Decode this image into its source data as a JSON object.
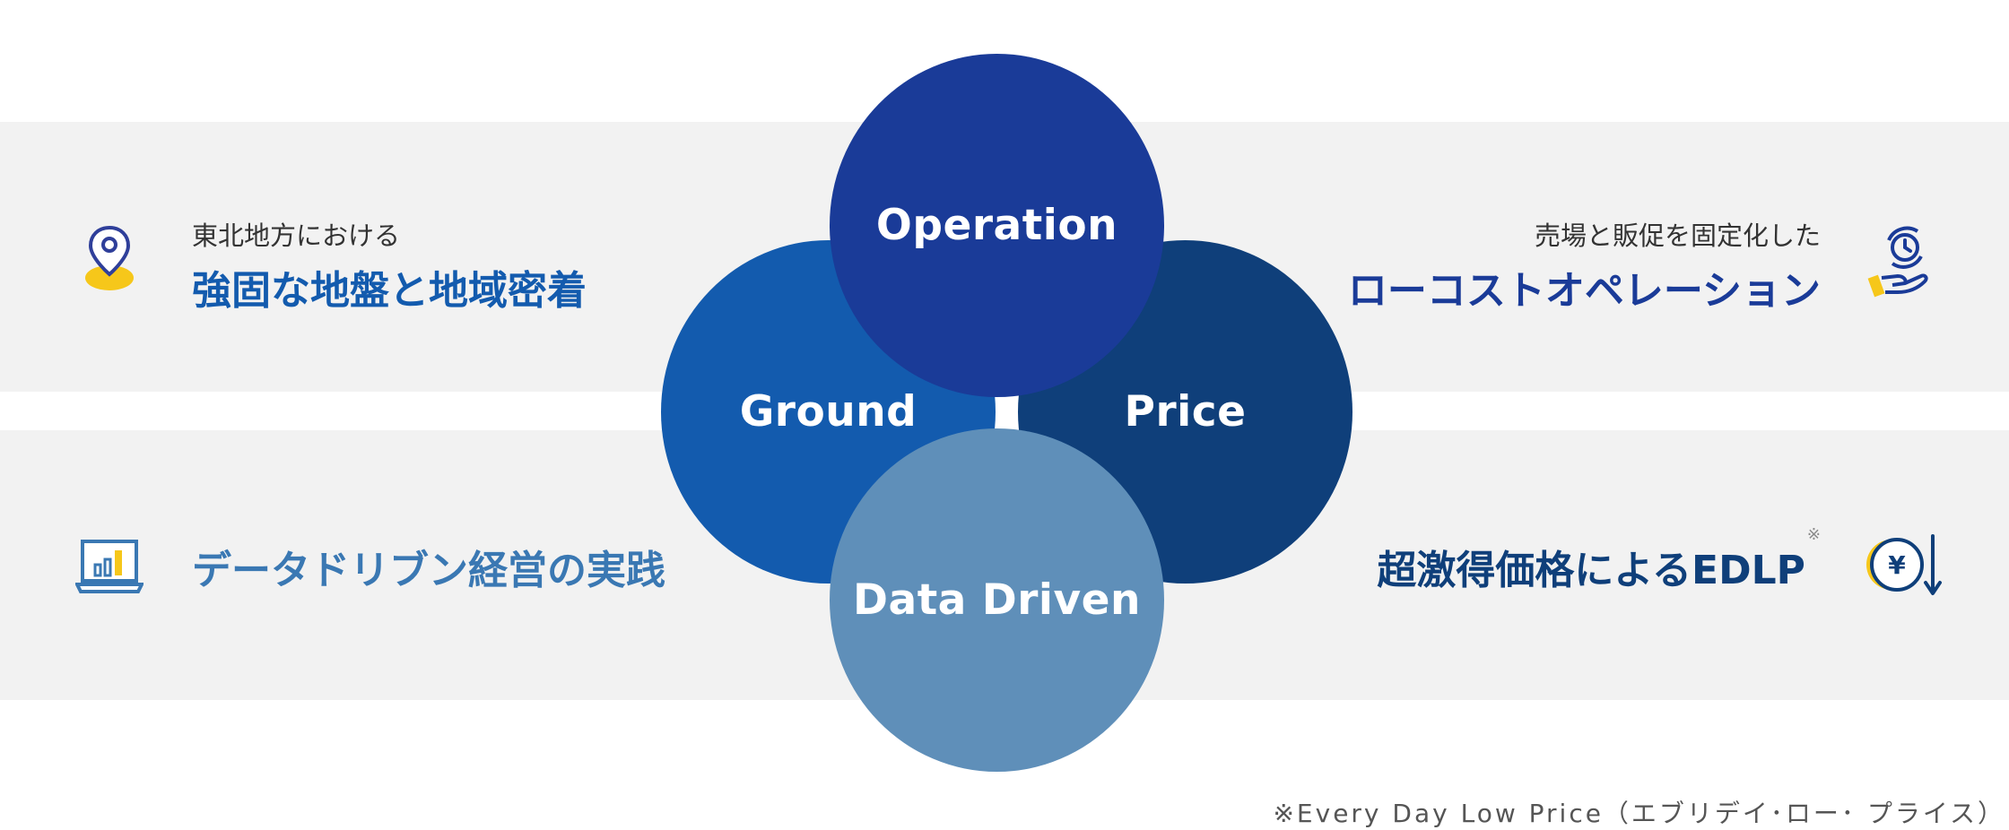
{
  "colors": {
    "band": "#f2f2f2",
    "ground": "#135bae",
    "price": "#0f3f7a",
    "data_driven": "#5f8fb9",
    "operation": "#1a3b98",
    "accent_yellow": "#f6c71a",
    "text_blue_dark": "#1a3b98",
    "text_blue_mid": "#135bae",
    "text_blue_light": "#3a78b3",
    "text_navy": "#0f3f7a"
  },
  "circles": {
    "operation": "Operation",
    "ground": "Ground",
    "price": "Price",
    "data_driven": "Data Driven"
  },
  "left_top": {
    "pre": "東北地方における",
    "main": "強固な地盤と地域密着",
    "icon": "map-pin-icon"
  },
  "right_top": {
    "pre": "売場と販促を固定化した",
    "main": "ローコストオペレーション",
    "icon": "hand-clock-icon"
  },
  "left_bottom": {
    "main": "データドリブン経営の実践",
    "icon": "laptop-chart-icon"
  },
  "right_bottom": {
    "main": "超激得価格によるEDLP",
    "mark": "※",
    "icon": "yen-down-icon"
  },
  "footnote": "※Every Day Low Price（エブリデイ･ロー･ プライス）"
}
